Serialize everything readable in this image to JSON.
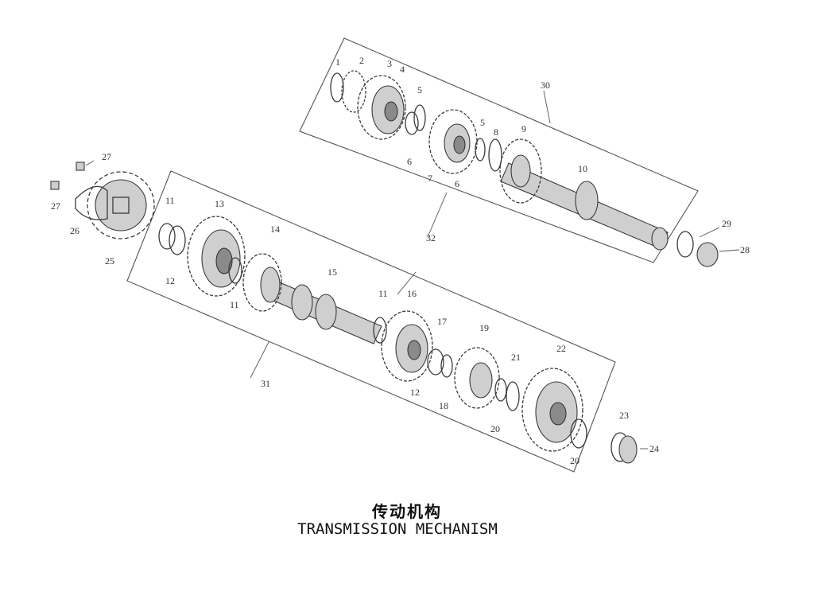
{
  "title_cn": "传动机构",
  "title_en": "TRANSMISSION MECHANISM",
  "callouts": {
    "c1": "1",
    "c2": "2",
    "c3": "3",
    "c4": "4",
    "c5a": "5",
    "c5b": "5",
    "c6a": "6",
    "c6b": "6",
    "c7": "7",
    "c8": "8",
    "c9": "9",
    "c10": "10",
    "c11a": "11",
    "c11b": "11",
    "c11c": "11",
    "c12a": "12",
    "c12b": "12",
    "c13": "13",
    "c14": "14",
    "c15": "15",
    "c16": "16",
    "c17": "17",
    "c18": "18",
    "c19": "19",
    "c20a": "20",
    "c20b": "20",
    "c21": "21",
    "c22": "22",
    "c23": "23",
    "c24": "24",
    "c25": "25",
    "c26": "26",
    "c27a": "27",
    "c27b": "27",
    "c28": "28",
    "c29": "29",
    "c30": "30",
    "c31": "31",
    "c32": "32"
  }
}
